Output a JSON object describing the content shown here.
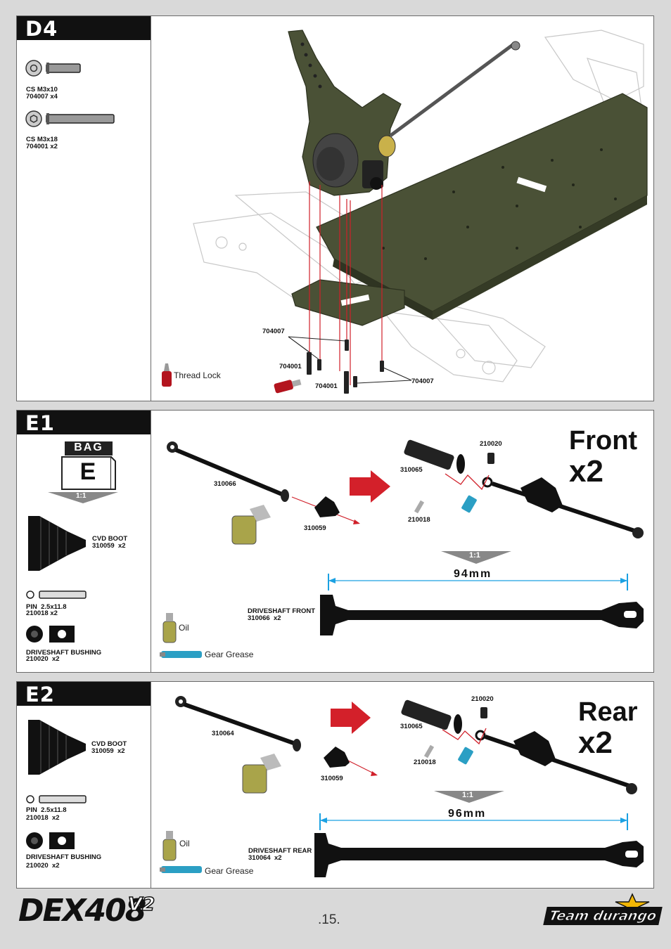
{
  "d4": {
    "step": "D4",
    "parts": [
      {
        "name": "CS M3x10",
        "code": "704007 x4"
      },
      {
        "name": "CS M3x18",
        "code": "704001 x2"
      }
    ],
    "callouts": [
      "704007",
      "704001",
      "704001",
      "704007"
    ],
    "thread_lock": "Thread Lock"
  },
  "e1": {
    "step": "E1",
    "bag": "BAG",
    "bag_letter": "E",
    "scale": "1:1",
    "parts": [
      {
        "name": "CVD BOOT",
        "code": "310059  x2"
      },
      {
        "name": "PIN  2.5x11.8",
        "code": "210018 x2"
      },
      {
        "name": "DRIVESHAFT BUSHING",
        "code": "210020  x2"
      }
    ],
    "callouts": {
      "shaft": "310066",
      "boot": "310059",
      "cup": "310065",
      "bushing": "210020",
      "pin": "210018"
    },
    "title": "Front",
    "mult": "x2",
    "measure_scale": "1:1",
    "length": "94mm",
    "shaft_label": "DRIVESHAFT FRONT",
    "shaft_code": "310066  x2",
    "oil": "Oil",
    "grease": "Gear Grease"
  },
  "e2": {
    "step": "E2",
    "parts": [
      {
        "name": "CVD BOOT",
        "code": "310059  x2"
      },
      {
        "name": "PIN  2.5x11.8",
        "code": "210018  x2"
      },
      {
        "name": "DRIVESHAFT BUSHING",
        "code": "210020  x2"
      }
    ],
    "callouts": {
      "shaft": "310064",
      "boot": "310059",
      "cup": "310065",
      "bushing": "210020",
      "pin": "210018"
    },
    "title": "Rear",
    "mult": "x2",
    "measure_scale": "1:1",
    "length": "96mm",
    "shaft_label": "DRIVESHAFT REAR",
    "shaft_code": "310064  x2",
    "oil": "Oil",
    "grease": "Gear Grease"
  },
  "footer": {
    "logo_text": "DEX408",
    "logo_sup": "V2",
    "page": ".15.",
    "brand": "Team durango"
  }
}
